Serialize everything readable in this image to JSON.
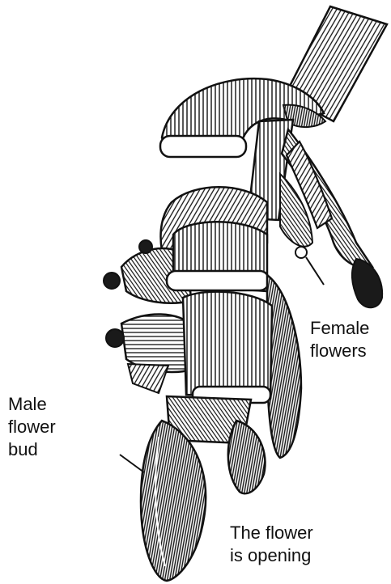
{
  "labels": {
    "female_flowers": "Female\nflowers",
    "male_flower_bud": "Male\nflower\nbud",
    "flower_opening": "The flower\nis opening"
  },
  "colors": {
    "ink": "#111111",
    "background": "#ffffff"
  }
}
